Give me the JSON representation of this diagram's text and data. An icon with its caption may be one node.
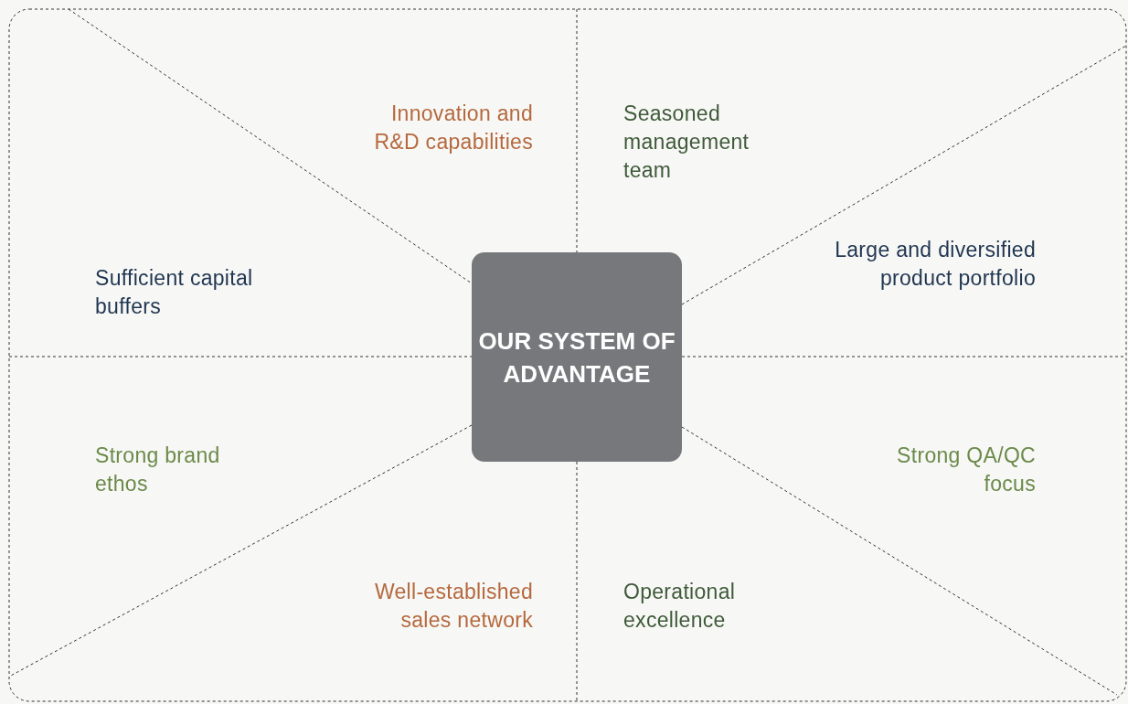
{
  "diagram": {
    "nodes": [
      {
        "text": [
          "OUR SYSTEM OF ADVANTAGE"
        ]
      }
    ],
    "edges": [],
    "labels": [
      "Innovation and R&D capabilities",
      "Seasoned management team",
      "Large and diversified product portfolio",
      "Sufficient capital buffers",
      "Strong brand ethos",
      "Strong QA/QC focus",
      "Well-established sales network",
      "Operational excellence"
    ]
  }
}
